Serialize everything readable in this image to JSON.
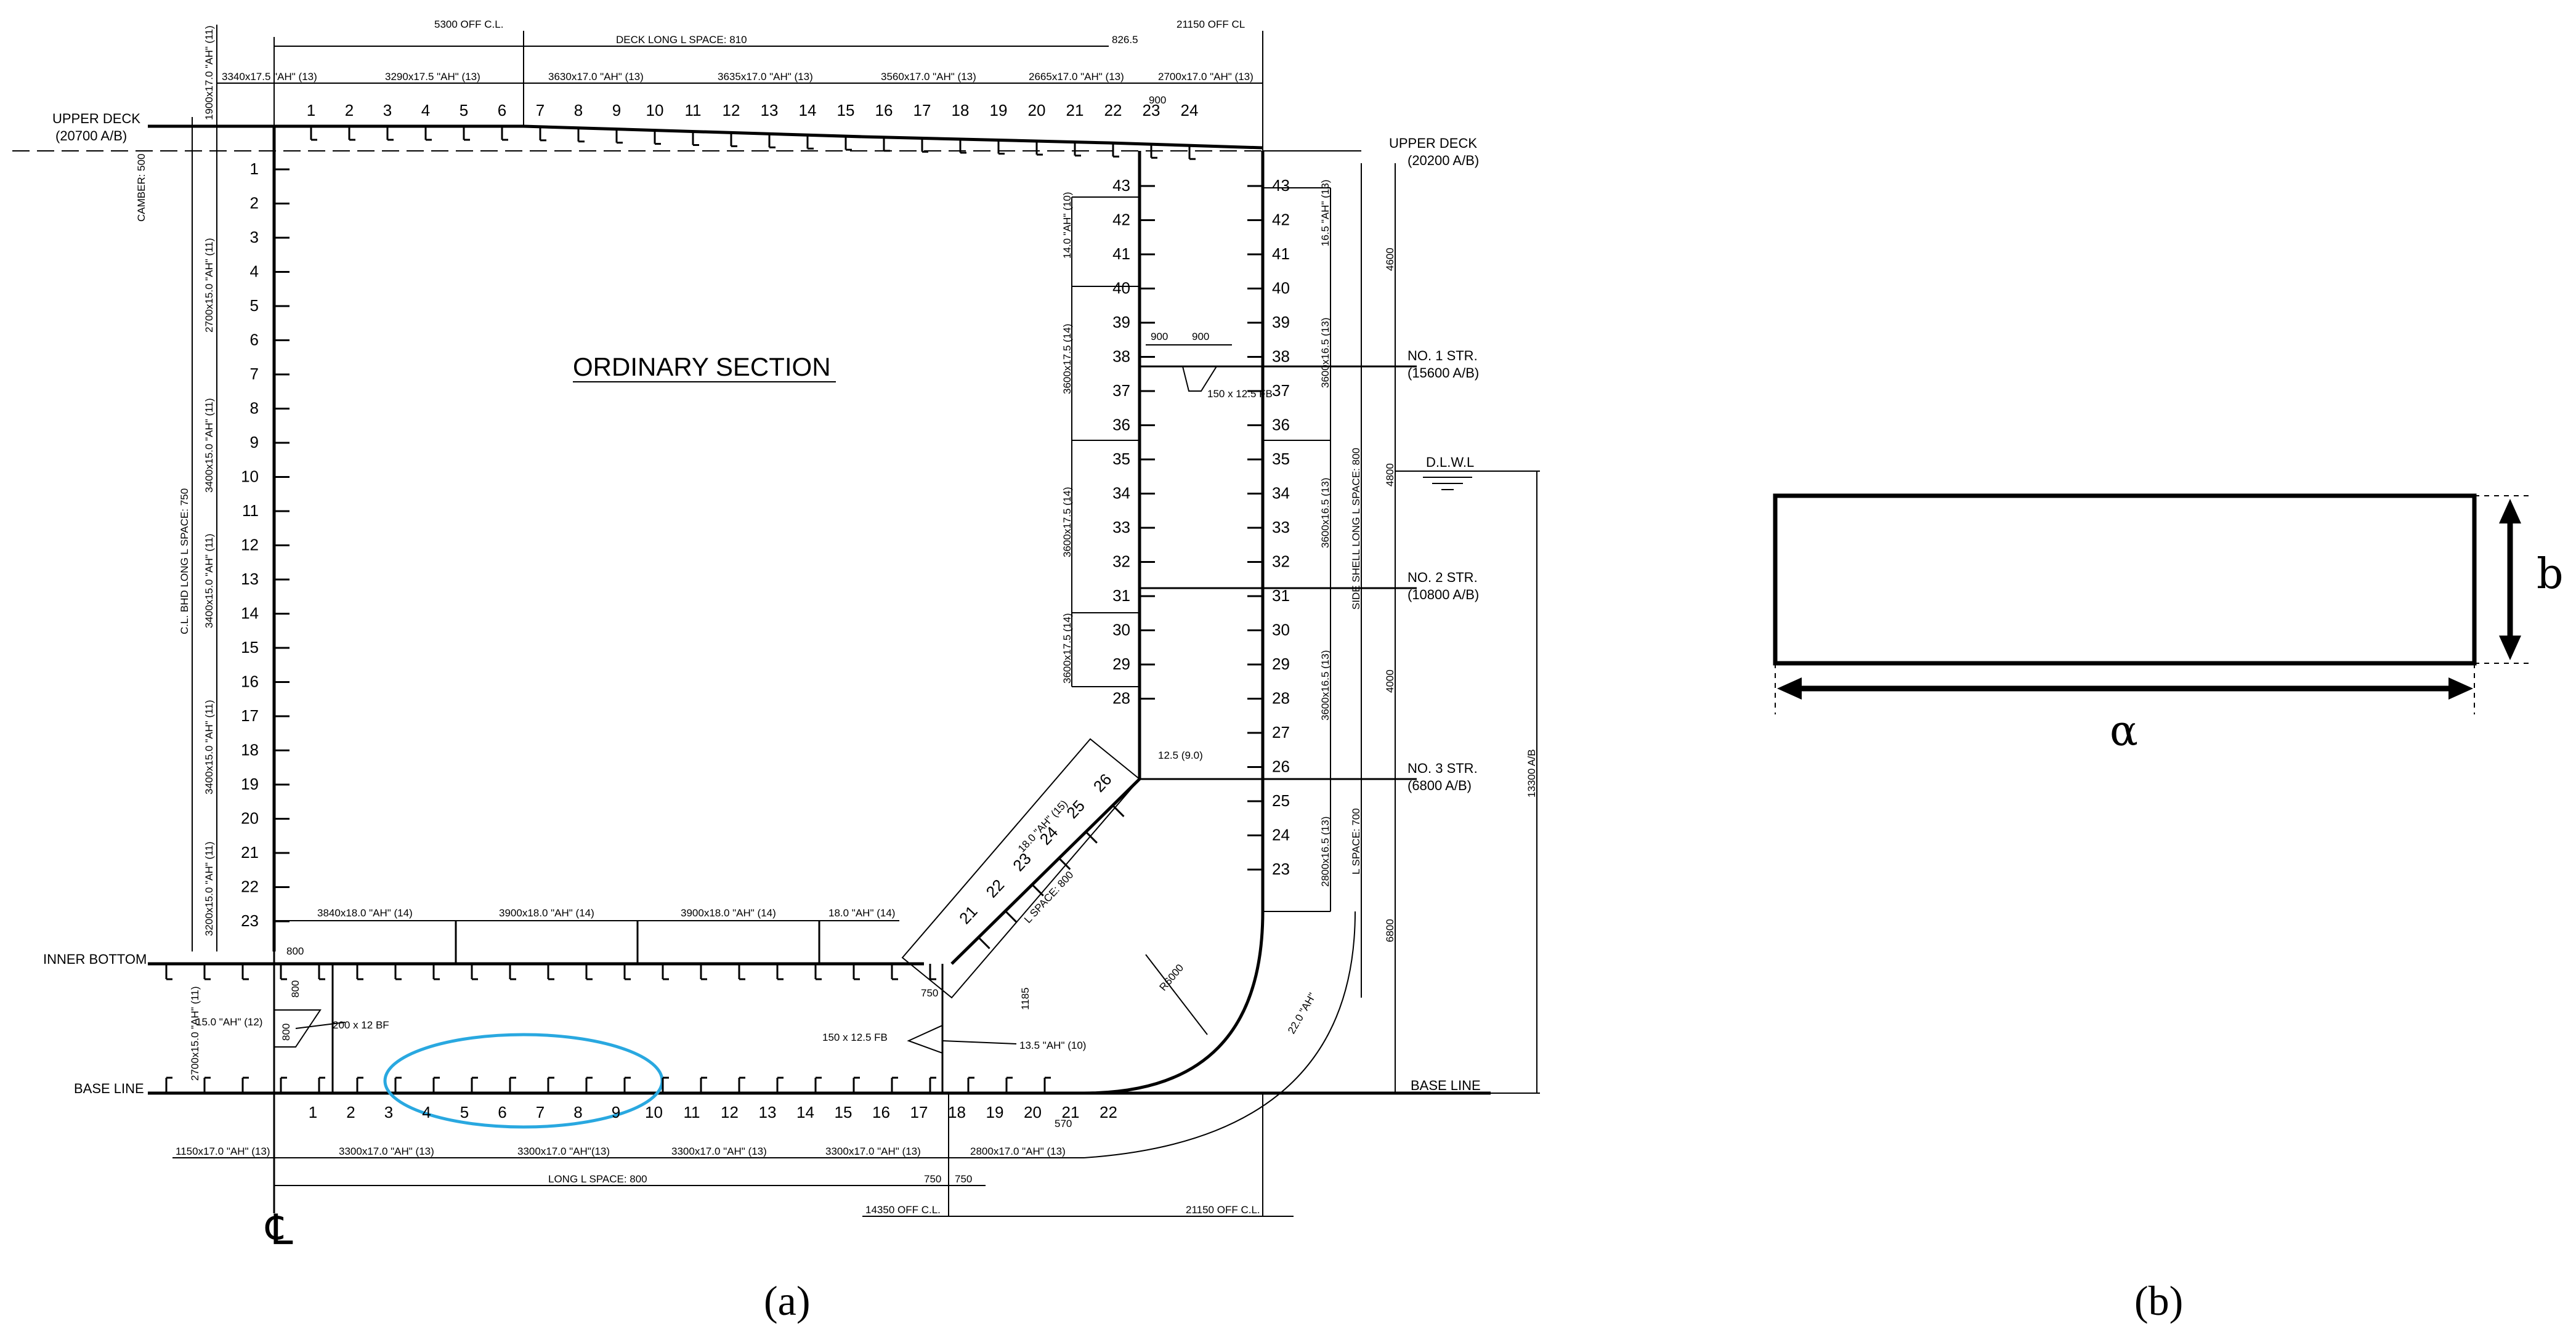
{
  "panel_a": {
    "caption": "(a)",
    "title": "ORDINARY SECTION",
    "labels": {
      "upper_deck_left": "UPPER DECK",
      "upper_deck_left_height": "(20700 A/B)",
      "upper_deck_right": "UPPER DECK",
      "upper_deck_right_height": "(20200 A/B)",
      "inner_bottom": "INNER BOTTOM",
      "base_line_left": "BASE LINE",
      "base_line_right": "BASE LINE",
      "no1_str": "NO. 1 STR.",
      "no1_str_height": "(15600 A/B)",
      "dlwl": "D.L.W.L",
      "no2_str": "NO. 2 STR.",
      "no2_str_height": "(10800 A/B)",
      "no3_str": "NO. 3 STR.",
      "no3_str_height": "(6800 A/B)",
      "centerline_symbol": "℄"
    },
    "top_dims": {
      "off_cl_left": "5300 OFF C.L.",
      "deck_long_space": "DECK LONG L SPACE: 810",
      "off_cl_right": "21150 OFF CL",
      "dim_8265": "826.5",
      "dim_900": "900",
      "plates": [
        "3340x17.5 \"AH\" (13)",
        "3290x17.5 \"AH\" (13)",
        "3630x17.0 \"AH\" (13)",
        "3635x17.0 \"AH\" (13)",
        "3560x17.0 \"AH\" (13)",
        "2665x17.0 \"AH\" (13)",
        "2700x17.0 \"AH\" (13)"
      ]
    },
    "deck_longitudinals": [
      "1",
      "2",
      "3",
      "4",
      "5",
      "6",
      "7",
      "8",
      "9",
      "10",
      "11",
      "12",
      "13",
      "14",
      "15",
      "16",
      "17",
      "18",
      "19",
      "20",
      "21",
      "22",
      "23",
      "24"
    ],
    "cl_bhd_longitudinals": [
      "1",
      "2",
      "3",
      "4",
      "5",
      "6",
      "7",
      "8",
      "9",
      "10",
      "11",
      "12",
      "13",
      "14",
      "15",
      "16",
      "17",
      "18",
      "19",
      "20",
      "21",
      "22",
      "23"
    ],
    "cl_bhd_plates": [
      "1900x17.0 \"AH\" (11)",
      "2700x15.0 \"AH\" (11)",
      "3400x15.0 \"AH\" (11)",
      "3400x15.0 \"AH\" (11)",
      "3400x15.0 \"AH\" (11)",
      "3200x15.0 \"AH\" (11)",
      "2700x15.0 \"AH\" (11)"
    ],
    "cl_bhd_space": "C.L. BHD LONG L SPACE: 750",
    "camber": "CAMBER: 500",
    "inner_bottom_plates": [
      "3840x18.0 \"AH\" (14)",
      "3900x18.0 \"AH\" (14)",
      "3900x18.0 \"AH\" (14)",
      "18.0 \"AH\" (14)"
    ],
    "inner_hull_left": [
      "43",
      "42",
      "41",
      "40",
      "39",
      "38",
      "37",
      "36",
      "35",
      "34",
      "33",
      "32",
      "31",
      "30",
      "29",
      "28"
    ],
    "side_shell": [
      "43",
      "42",
      "41",
      "40",
      "39",
      "38",
      "37",
      "36",
      "35",
      "34",
      "33",
      "32",
      "31",
      "30",
      "29",
      "28",
      "27",
      "26",
      "25",
      "24",
      "23"
    ],
    "inner_hull_plates": [
      "14.0 \"AH\" (10)",
      "3600x17.5 (14)",
      "3600x17.5 (14)",
      "3600x17.5 (14)"
    ],
    "side_shell_plates": [
      "16.5 \"AH\" (13)",
      "3600x16.5 (13)",
      "3600x16.5 (13)",
      "3600x16.5 (13)",
      "2800x16.5 (13)"
    ],
    "side_shell_space": "SIDE SHELL LONG L SPACE: 800",
    "l_space_700": "L SPACE: 700",
    "hopper_longitudinals": [
      "21",
      "22",
      "23",
      "24",
      "25",
      "26"
    ],
    "hopper_plate": "18.0 \"AH\" (15)",
    "hopper_space": "L SPACE: 800",
    "bracket_900a": "900",
    "bracket_900b": "900",
    "fb_150_upper": "150 x 12.5 FB",
    "note_125": "12.5 (9.0)",
    "bottom_longitudinals": [
      "1",
      "2",
      "3",
      "4",
      "5",
      "6",
      "7",
      "8",
      "9",
      "10",
      "11",
      "12",
      "13",
      "14",
      "15",
      "16",
      "17",
      "18",
      "19",
      "20",
      "21",
      "22"
    ],
    "bottom_plates": [
      "1150x17.0 \"AH\" (13)",
      "3300x17.0 \"AH\" (13)",
      "3300x17.0 \"AH\"(13)",
      "3300x17.0 \"AH\" (13)",
      "3300x17.0 \"AH\" (13)",
      "2800x17.0 \"AH\" (13)"
    ],
    "bottom_long_space": "LONG L SPACE: 800",
    "off_cl_bottom_mid": "14350 OFF C.L.",
    "off_cl_bottom_right": "21150 OFF C.L.",
    "dim_750a": "750",
    "dim_750b": "750",
    "dim_750c": "750",
    "dim_570": "570",
    "dim_800": "800",
    "dim_1185": "1185",
    "girder_label": "15.0 \"AH\" (12)",
    "bf_label": "200 x 12 BF",
    "fb_150_lower": "150 x 12.5 FB",
    "bracket_135": "13.5 \"AH\" (10)",
    "bilge_radius": "R6000",
    "bilge_plate": "22.0 \"AH\"",
    "right_heights": [
      "4600",
      "4800",
      "4000",
      "6800",
      "13300 A/B"
    ],
    "dims_small": [
      "800",
      "800"
    ]
  },
  "panel_b": {
    "caption": "(b)",
    "width_label": "α",
    "height_label": "b"
  },
  "colors": {
    "line": "#000000",
    "highlight_ellipse": "#29a8e0",
    "background": "#ffffff"
  }
}
